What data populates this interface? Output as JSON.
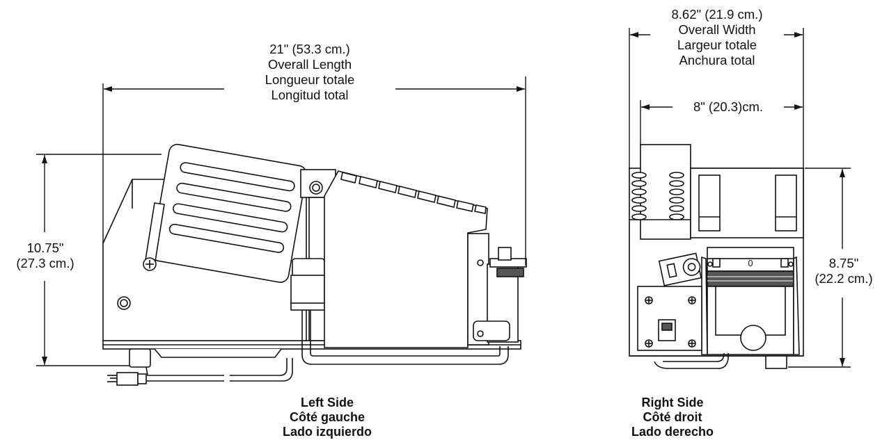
{
  "dimensions": {
    "overall_length": {
      "value": "21\" (53.3 cm.)",
      "label_en": "Overall Length",
      "label_fr": "Longueur totale",
      "label_es": "Longitud total"
    },
    "left_height": {
      "value": "10.75\"",
      "value_cm": "(27.3 cm.)"
    },
    "overall_width": {
      "value": "8.62\" (21.9 cm.)",
      "label_en": "Overall Width",
      "label_fr": "Largeur totale",
      "label_es": "Anchura total"
    },
    "inner_width": {
      "value": "8\" (20.3)cm."
    },
    "right_height": {
      "value": "8.75\"",
      "value_cm": "(22.2 cm.)"
    }
  },
  "views": {
    "left": {
      "title_en": "Left Side",
      "title_fr": "Côté gauche",
      "title_es": "Lado izquierdo"
    },
    "right": {
      "title_en": "Right  Side",
      "title_fr": "Côté droit",
      "title_es": "Lado derecho"
    }
  },
  "markings": {
    "zero_mark": "0"
  },
  "colors": {
    "line": "#111111",
    "fill": "#ffffff",
    "shade": "#555555"
  }
}
